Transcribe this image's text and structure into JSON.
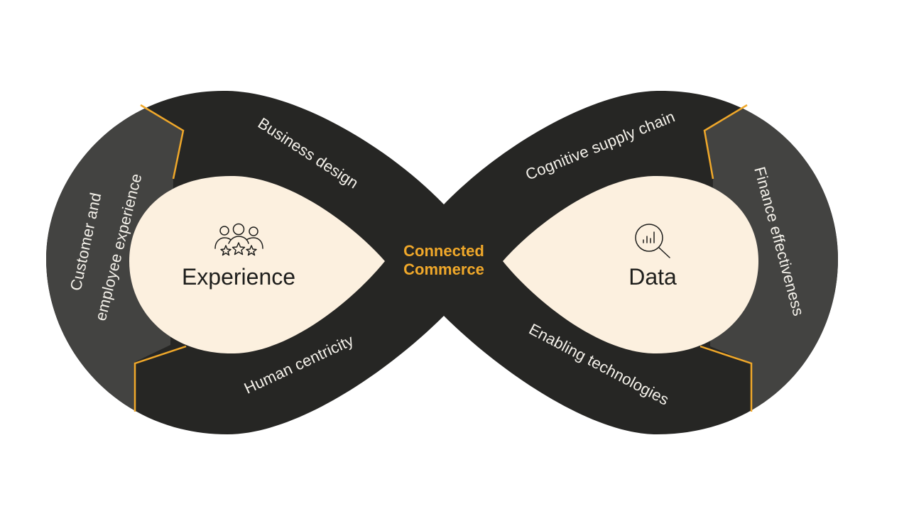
{
  "colors": {
    "band_dark": "#262624",
    "band_gray": "#434341",
    "accent": "#f0a82a",
    "hub_fill": "#fcf0df",
    "band_text": "#f4f1ea",
    "hub_text": "#1e1e1c"
  },
  "center": {
    "line1": "Connected",
    "line2": "Commerce"
  },
  "left_hub": {
    "label": "Experience",
    "icon": "people-rating-stars-icon"
  },
  "right_hub": {
    "label": "Data",
    "icon": "magnifier-chart-icon"
  },
  "bands": {
    "business_design": "Business design",
    "human_centricity": "Human centricity",
    "customer_line1": "Customer and",
    "customer_line2": "employee experience",
    "cognitive_supply_chain": "Cognitive supply chain",
    "enabling_technologies": "Enabling technologies",
    "finance_effectiveness": "Finance effectiveness"
  }
}
